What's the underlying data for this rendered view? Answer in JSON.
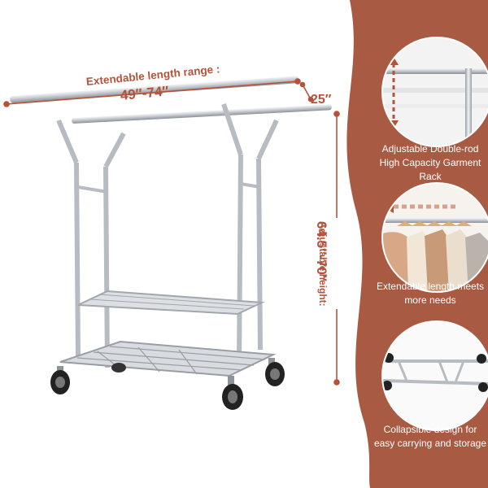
{
  "dimensions": {
    "length_label": "Extendable length range :",
    "length_value": "49″-74″",
    "depth_value": "25″",
    "height_label": "Adjustable height:",
    "height_value": "64.5″-70″"
  },
  "features": [
    {
      "caption": "Adjustable Double-rod High Capacity Garment Rack",
      "icon": "adjustable-height-rod-image"
    },
    {
      "caption": "Extendable length meets more needs",
      "icon": "extendable-rod-with-clothes-image"
    },
    {
      "caption": "Collapsible design for easy carrying and storage",
      "icon": "collapsed-rack-image"
    }
  ],
  "colors": {
    "accent": "#a85a43",
    "text_accent": "#b4533a",
    "background": "#ffffff",
    "chrome": "#c9cdd2"
  }
}
